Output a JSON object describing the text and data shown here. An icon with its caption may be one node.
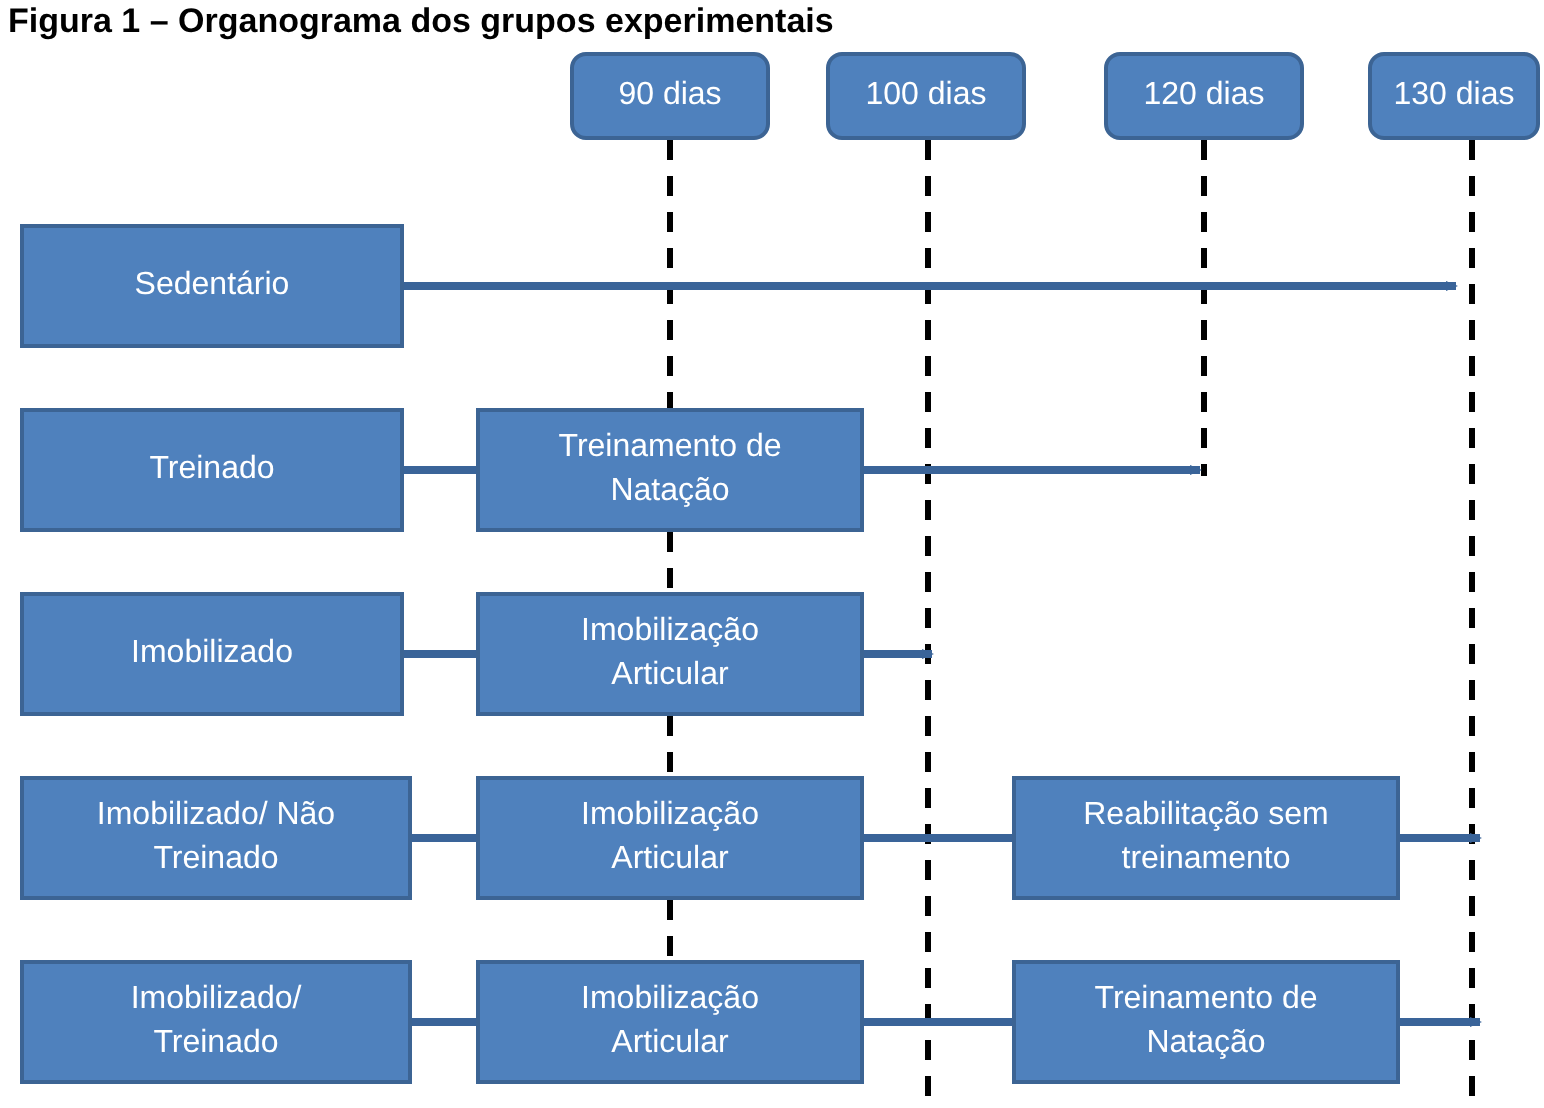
{
  "diagram": {
    "title": "Figura 1 – Organograma dos grupos experimentais",
    "nodes": [
      {
        "text": [
          "90 dias"
        ]
      },
      {
        "text": [
          "100 dias"
        ]
      },
      {
        "text": [
          "120 dias"
        ]
      },
      {
        "text": [
          "130 dias"
        ]
      },
      {
        "text": [
          "Sedentário"
        ]
      },
      {
        "text": [
          "Treinado"
        ]
      },
      {
        "text": [
          "Treinamento de Natação"
        ]
      },
      {
        "text": [
          "Imobilizado"
        ]
      },
      {
        "text": [
          "Imobilização Articular"
        ]
      },
      {
        "text": [
          "Imobilizado/ Não Treinado"
        ]
      },
      {
        "text": [
          "Imobilização Articular"
        ]
      },
      {
        "text": [
          "Reabilitação sem treinamento"
        ]
      },
      {
        "text": [
          "Imobilizado/ Treinado"
        ]
      },
      {
        "text": [
          "Imobilização Articular"
        ]
      },
      {
        "text": [
          "Treinamento de Natação"
        ]
      }
    ],
    "edges": [
      {
        "from": 0,
        "to": 6,
        "arrow": "none",
        "style": "dashed",
        "color": "#000000"
      },
      {
        "from": 1,
        "to": null,
        "arrow": "none",
        "style": "dashed",
        "color": "#000000"
      },
      {
        "from": 2,
        "to": null,
        "arrow": "none",
        "style": "dashed",
        "color": "#000000"
      },
      {
        "from": 3,
        "to": null,
        "arrow": "none",
        "style": "dashed",
        "color": "#000000"
      },
      {
        "from": 4,
        "to": null,
        "arrow": "to"
      },
      {
        "from": 5,
        "to": 6,
        "arrow": "none"
      },
      {
        "from": 6,
        "to": null,
        "arrow": "to"
      },
      {
        "from": 7,
        "to": 8,
        "arrow": "none"
      },
      {
        "from": 8,
        "to": null,
        "arrow": "to"
      },
      {
        "from": 9,
        "to": 10,
        "arrow": "none"
      },
      {
        "from": 10,
        "to": 11,
        "arrow": "none"
      },
      {
        "from": 11,
        "to": null,
        "arrow": "to"
      },
      {
        "from": 12,
        "to": 13,
        "arrow": "none"
      },
      {
        "from": 13,
        "to": 14,
        "arrow": "none"
      },
      {
        "from": 14,
        "to": null,
        "arrow": "to"
      },
      {
        "from": 6,
        "to": 8,
        "arrow": "none",
        "style": "dashed",
        "color": "#000000"
      },
      {
        "from": 8,
        "to": 10,
        "arrow": "none",
        "style": "dashed",
        "color": "#000000"
      },
      {
        "from": 10,
        "to": 13,
        "arrow": "none",
        "style": "dashed",
        "color": "#000000"
      }
    ]
  }
}
